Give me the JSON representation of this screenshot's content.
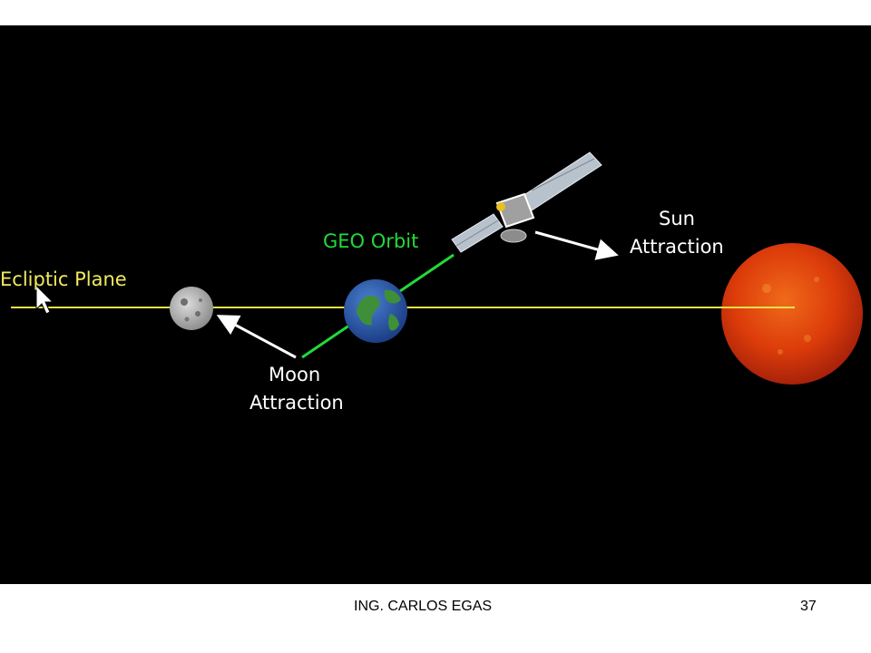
{
  "labels": {
    "ecliptic": "Ecliptic Plane",
    "geo": "GEO Orbit",
    "sun_line1": "Sun",
    "sun_line2": "Attraction",
    "moon_line1": "Moon",
    "moon_line2": "Attraction"
  },
  "footer": {
    "author": "ING. CARLOS EGAS",
    "page_number": "37"
  },
  "colors": {
    "background": "#000000",
    "ecliptic_line": "#e8e04a",
    "ecliptic_label": "#f2ea5c",
    "geo_orbit": "#22d93a",
    "label_text": "#ffffff",
    "sun": "#e0400c",
    "earth_ocean": "#2a5cb0",
    "earth_land": "#3f8f3a",
    "moon": "#b9b9b9"
  },
  "icons": [
    "mouse-cursor-icon",
    "moon-icon",
    "earth-icon",
    "sun-icon",
    "satellite-icon"
  ]
}
